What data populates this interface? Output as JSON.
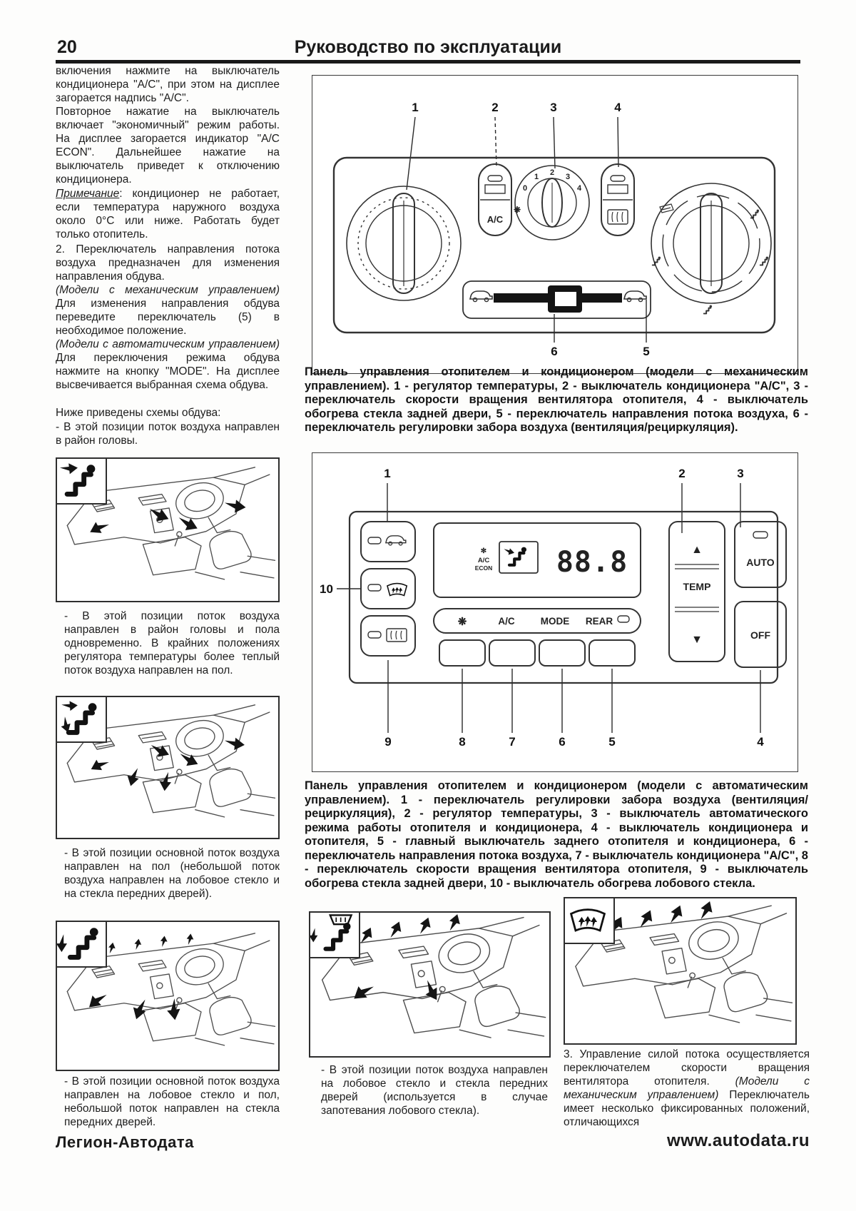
{
  "page": {
    "number": "20",
    "title": "Руководство по эксплуатации"
  },
  "left": {
    "p1": "включения нажмите на выключатель кондиционера \"A/C\", при этом на дисплее загорается надпись \"A/C\".",
    "p2": "Повторное нажатие на выключатель включает \"экономичный\" режим работы. На дисплее загорается индикатор \"A/C ECON\". Дальнейшее нажатие на выключатель приведет к отключению кондиционера.",
    "note_label": "Примечание",
    "note_rest": ": кондиционер не работает, если температура наружного воздуха около 0°C или ниже. Работать будет только отопитель.",
    "p3": "2. Переключатель направления потока воздуха предназначен для изменения направления обдува.",
    "mech_lead": "(Модели с механическим управлением)",
    "mech_rest": " Для изменения направления обдува переведите переключатель (5) в необходимое положение.",
    "auto_lead": "(Модели с автоматическим управлением)",
    "auto_rest": " Для переключения режима обдува нажмите на кнопку \"MODE\". На дисплее высвечивается выбранная схема обдува.",
    "p4": "Ниже приведены схемы обдува:",
    "bullet": "- В этой позиции поток воздуха направлен в район головы.",
    "cap1": "- В этой позиции поток воздуха направлен в район головы и пола одновременно. В крайних положениях регулятора температуры более теплый поток воздуха направлен на пол.",
    "cap2": "- В этой позиции основной поток воздуха направлен на пол (небольшой поток воздуха направлен на лобовое стекло и на стекла передних дверей).",
    "cap3": "- В этой позиции основной поток воздуха направлен на лобовое стекло и пол, небольшой поток направлен на стекла передних дверей."
  },
  "mech_panel": {
    "callouts": {
      "c1": "1",
      "c2": "2",
      "c3": "3",
      "c4": "4",
      "c5": "5",
      "c6": "6"
    },
    "ac_label": "A/C",
    "fan_ticks": [
      "0",
      "1",
      "2",
      "3",
      "4"
    ],
    "fan_icon": "❋",
    "caption": "Панель управления отопителем и кондиционером (модели с механическим управлением). 1 - регулятор температуры, 2 - выключатель кондиционера \"A/C\", 3 - переключатель скорости вращения вентилятора отопителя, 4 - выключатель обогрева стекла задней двери, 5 - переключатель направления потока воздуха, 6 - переключатель регулировки забора воздуха (вентиляция/рециркуляция)."
  },
  "auto_panel": {
    "callouts": {
      "c1": "1",
      "c2": "2",
      "c3": "3",
      "c4": "4",
      "c5": "5",
      "c6": "6",
      "c7": "7",
      "c8": "8",
      "c9": "9",
      "c10": "10"
    },
    "display": {
      "snowflake": "✻",
      "ac": "A/C",
      "econ": "ECON",
      "value": "88.8"
    },
    "temp_label": "TEMP",
    "up_arrow": "▲",
    "down_arrow": "▼",
    "auto_label": "AUTO",
    "off_label": "OFF",
    "fan_icon": "❋",
    "ac_label": "A/C",
    "mode_label": "MODE",
    "rear_label": "REAR",
    "caption": "Панель управления отопителем и кондиционером (модели с автоматическим управлением). 1 - переключатель регулировки забора воздуха (вентиляция/рециркуляция), 2 - регулятор температуры, 3 - выключатель автоматического режима работы отопителя и кондиционера, 4 - выключатель кондиционера и отопителя, 5 - главный выключатель заднего отопителя и кондиционера, 6 - переключатель направления потока воздуха, 7 - выключатель кондиционера \"A/C\", 8 - переключатель скорости вращения вентилятора отопителя, 9 - выключатель обогрева стекла задней двери, 10 - выключатель обогрева лобового стекла."
  },
  "bottom": {
    "mid_caption": "- В этой позиции поток воздуха направлен на лобовое стекло и стекла передних дверей (используется в случае запотевания лобового стекла).",
    "right_p1": "3. Управление силой потока осуществляется переключателем скорости вращения вентилятора отопителя. ",
    "right_lead": "(Модели с механическим управлением) ",
    "right_rest": "Переключатель имеет несколько фиксированных положений, отличающихся"
  },
  "footer": {
    "left": "Легион-Автодата",
    "right": "www.autodata.ru"
  }
}
